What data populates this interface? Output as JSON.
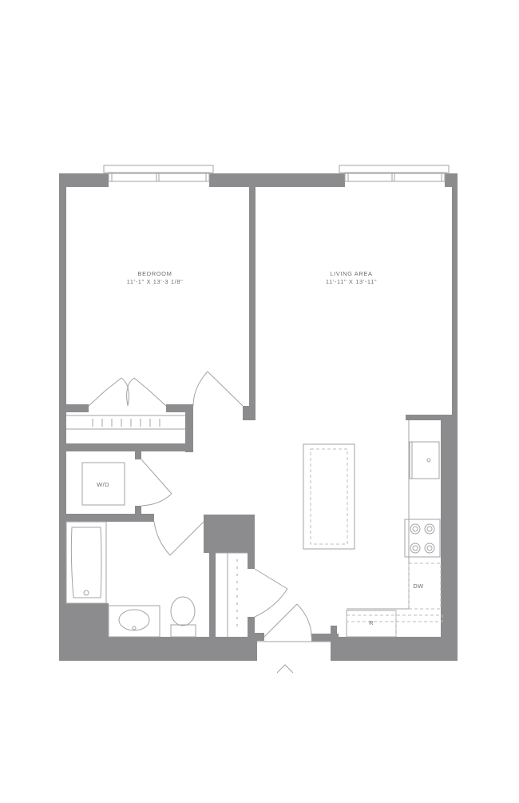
{
  "rooms": {
    "bedroom": {
      "name": "BEDROOM",
      "dimensions": "11'-1\" X 13'-3 1/8\""
    },
    "living": {
      "name": "LIVING AREA",
      "dimensions": "11'-11\" X 13'-11\""
    }
  },
  "fixtures": {
    "washer_dryer": "W/D",
    "dishwasher": "DW",
    "refrigerator": "R"
  },
  "colors": {
    "wall": "#8c8c8e",
    "line": "#a3a3a5"
  }
}
